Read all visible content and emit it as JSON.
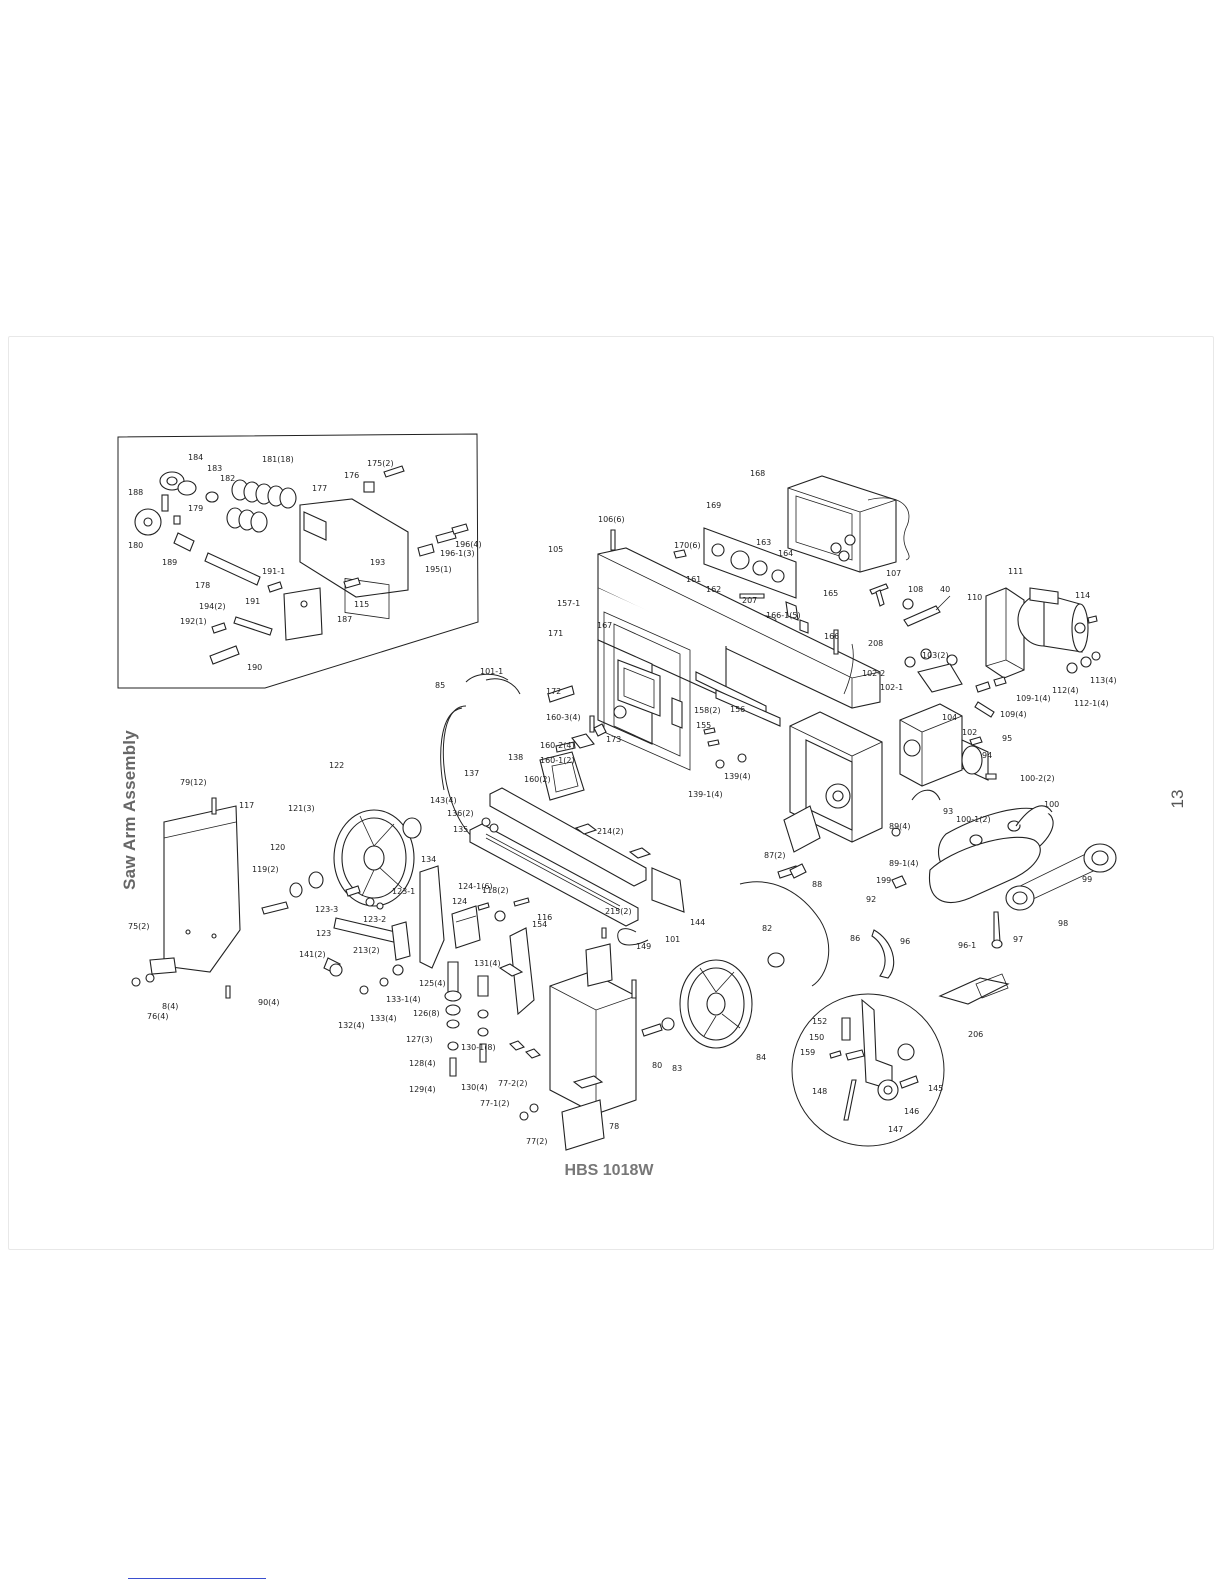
{
  "title_side": "Saw Arm Assembly",
  "model": "HBS 1018W",
  "page_number": "13",
  "inset_labels": [
    {
      "text": "184"
    },
    {
      "text": "183"
    },
    {
      "text": "181(18)"
    },
    {
      "text": "182"
    },
    {
      "text": "175(2)"
    },
    {
      "text": "176"
    },
    {
      "text": "177"
    },
    {
      "text": "188"
    },
    {
      "text": "179"
    },
    {
      "text": "180"
    },
    {
      "text": "189"
    },
    {
      "text": "178"
    },
    {
      "text": "191-1"
    },
    {
      "text": "196(4)"
    },
    {
      "text": "196-1(3)"
    },
    {
      "text": "195(1)"
    },
    {
      "text": "193"
    },
    {
      "text": "115"
    },
    {
      "text": "194(2)"
    },
    {
      "text": "191"
    },
    {
      "text": "192(1)"
    },
    {
      "text": "187"
    },
    {
      "text": "190"
    }
  ],
  "main_labels": [
    {
      "text": "168"
    },
    {
      "text": "169"
    },
    {
      "text": "106(6)"
    },
    {
      "text": "170(6)"
    },
    {
      "text": "163"
    },
    {
      "text": "164"
    },
    {
      "text": "161"
    },
    {
      "text": "162"
    },
    {
      "text": "165"
    },
    {
      "text": "105"
    },
    {
      "text": "207"
    },
    {
      "text": "157-1"
    },
    {
      "text": "167"
    },
    {
      "text": "171"
    },
    {
      "text": "166-1(5)"
    },
    {
      "text": "166"
    },
    {
      "text": "107"
    },
    {
      "text": "108"
    },
    {
      "text": "40"
    },
    {
      "text": "110"
    },
    {
      "text": "111"
    },
    {
      "text": "114"
    },
    {
      "text": "208"
    },
    {
      "text": "102-2"
    },
    {
      "text": "103(2)"
    },
    {
      "text": "102-1"
    },
    {
      "text": "109-1(4)"
    },
    {
      "text": "112(4)"
    },
    {
      "text": "113(4)"
    },
    {
      "text": "112-1(4)"
    },
    {
      "text": "109(4)"
    },
    {
      "text": "104"
    },
    {
      "text": "102"
    },
    {
      "text": "101-1"
    },
    {
      "text": "85"
    },
    {
      "text": "172"
    },
    {
      "text": "160-3(4)"
    },
    {
      "text": "160-2(4)"
    },
    {
      "text": "160-1(2)"
    },
    {
      "text": "173"
    },
    {
      "text": "158(2)"
    },
    {
      "text": "156"
    },
    {
      "text": "155"
    },
    {
      "text": "160(2)"
    },
    {
      "text": "139(4)"
    },
    {
      "text": "139-1(4)"
    },
    {
      "text": "95"
    },
    {
      "text": "94"
    },
    {
      "text": "100-2(2)"
    },
    {
      "text": "122"
    },
    {
      "text": "137"
    },
    {
      "text": "138"
    },
    {
      "text": "79(12)"
    },
    {
      "text": "117"
    },
    {
      "text": "143(4)"
    },
    {
      "text": "136(2)"
    },
    {
      "text": "135"
    },
    {
      "text": "214(2)"
    },
    {
      "text": "93"
    },
    {
      "text": "100-1(2)"
    },
    {
      "text": "100"
    },
    {
      "text": "121(3)"
    },
    {
      "text": "120"
    },
    {
      "text": "119(2)"
    },
    {
      "text": "134"
    },
    {
      "text": "89(4)"
    },
    {
      "text": "89-1(4)"
    },
    {
      "text": "123-1"
    },
    {
      "text": "124-1(6)"
    },
    {
      "text": "118(2)"
    },
    {
      "text": "123-3"
    },
    {
      "text": "123-2"
    },
    {
      "text": "124"
    },
    {
      "text": "116"
    },
    {
      "text": "87(2)"
    },
    {
      "text": "88"
    },
    {
      "text": "92"
    },
    {
      "text": "199"
    },
    {
      "text": "99"
    },
    {
      "text": "123"
    },
    {
      "text": "144"
    },
    {
      "text": "215(2)"
    },
    {
      "text": "154"
    },
    {
      "text": "75(2)"
    },
    {
      "text": "213(2)"
    },
    {
      "text": "141(2)"
    },
    {
      "text": "149"
    },
    {
      "text": "101"
    },
    {
      "text": "82"
    },
    {
      "text": "86"
    },
    {
      "text": "96"
    },
    {
      "text": "97"
    },
    {
      "text": "98"
    },
    {
      "text": "131(4)"
    },
    {
      "text": "125(4)"
    },
    {
      "text": "96-1"
    },
    {
      "text": "133-1(4)"
    },
    {
      "text": "152"
    },
    {
      "text": "90(4)"
    },
    {
      "text": "8(4)"
    },
    {
      "text": "76(4)"
    },
    {
      "text": "132(4)"
    },
    {
      "text": "133(4)"
    },
    {
      "text": "126(8)"
    },
    {
      "text": "150"
    },
    {
      "text": "206"
    },
    {
      "text": "127(3)"
    },
    {
      "text": "130-1(8)"
    },
    {
      "text": "159"
    },
    {
      "text": "128(4)"
    },
    {
      "text": "80"
    },
    {
      "text": "83"
    },
    {
      "text": "84"
    },
    {
      "text": "129(4)"
    },
    {
      "text": "130(4)"
    },
    {
      "text": "77-2(2)"
    },
    {
      "text": "148"
    },
    {
      "text": "145"
    },
    {
      "text": "77-1(2)"
    },
    {
      "text": "146"
    },
    {
      "text": "78"
    },
    {
      "text": "77(2)"
    },
    {
      "text": "147"
    }
  ]
}
